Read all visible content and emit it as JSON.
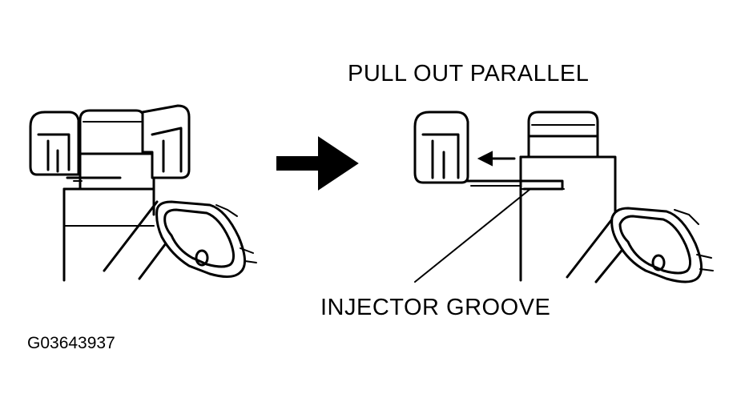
{
  "labels": {
    "title": "PULL OUT PARALLEL",
    "groove": "INJECTOR GROOVE",
    "figure_id": "G03643937"
  }
}
